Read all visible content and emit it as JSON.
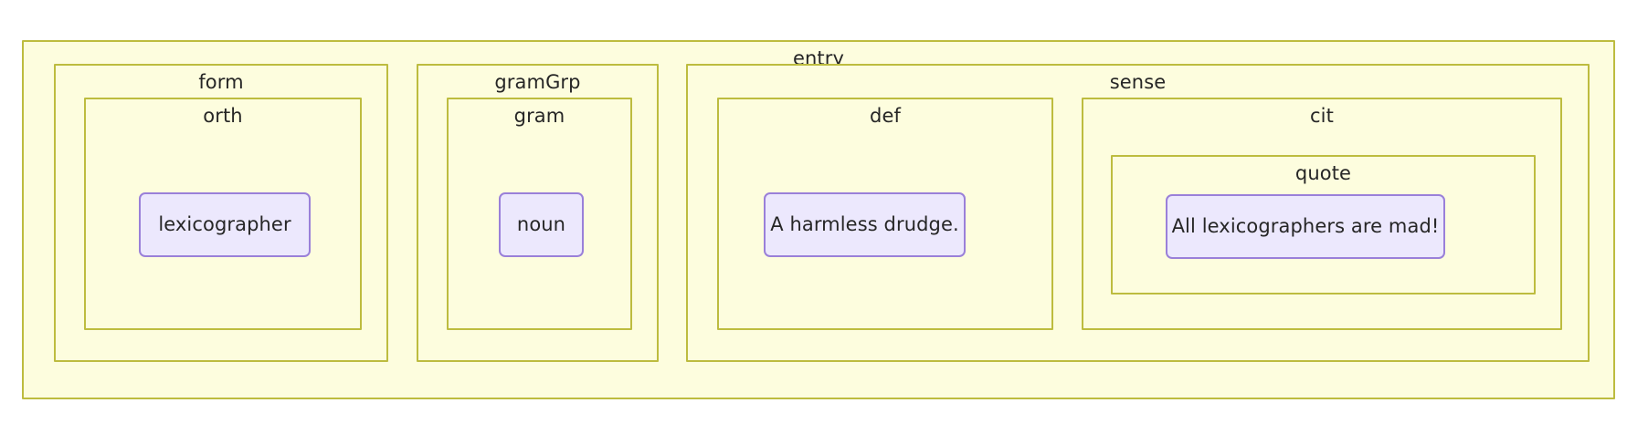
{
  "diagram": {
    "type": "nested-tree",
    "root": {
      "label": "entry",
      "children": [
        {
          "label": "form",
          "children": [
            {
              "label": "orth",
              "value": "lexicographer"
            }
          ]
        },
        {
          "label": "gramGrp",
          "children": [
            {
              "label": "gram",
              "value": "noun"
            }
          ]
        },
        {
          "label": "sense",
          "children": [
            {
              "label": "def",
              "value": "A harmless drudge."
            },
            {
              "label": "cit",
              "children": [
                {
                  "label": "quote",
                  "value": "All lexicographers are mad!"
                }
              ]
            }
          ]
        }
      ]
    },
    "labels": {
      "entry": "entry",
      "form": "form",
      "orth": "orth",
      "gramGrp": "gramGrp",
      "gram": "gram",
      "sense": "sense",
      "def": "def",
      "cit": "cit",
      "quote": "quote"
    },
    "values": {
      "orth": "lexicographer",
      "gram": "noun",
      "def": "A harmless drudge.",
      "quote": "All lexicographers are mad!"
    },
    "colors": {
      "box_fill": "#fdfdde",
      "box_border": "#bdbc3f",
      "chip_fill": "#ece8fd",
      "chip_border": "#9a80d9",
      "text": "#262626",
      "page_background": "#ffffff"
    }
  }
}
